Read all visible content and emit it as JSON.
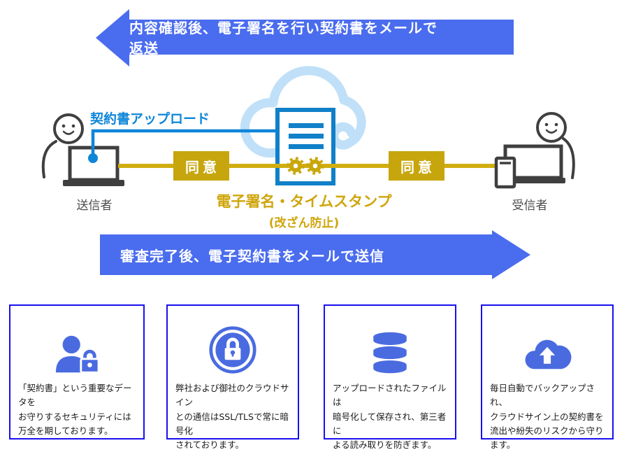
{
  "banners": {
    "top": "内容確認後、電子署名を行い契約書をメールで返送",
    "bottom": "審査完了後、電子契約書をメールで送信"
  },
  "diagram": {
    "upload_label": "契約書アップロード",
    "agree_badge_left": "同意",
    "agree_badge_right": "同意",
    "sender_label": "送信者",
    "receiver_label": "受信者",
    "stamp_title": "電子署名・タイムスタンプ",
    "stamp_note": "(改ざん防止)"
  },
  "cards": [
    {
      "icon": "user-lock-icon",
      "text": "「契約書」という重要なデータを\nお守りするセキュリティには\n万全を期しております。"
    },
    {
      "icon": "ssl-lock-icon",
      "text": "弊社および御社のクラウドサイン\nとの通信はSSL/TLSで常に暗号化\nされております。"
    },
    {
      "icon": "database-icon",
      "text": "アップロードされたファイルは\n暗号化して保存され、第三者に\nよる読み取りを防ぎます。"
    },
    {
      "icon": "cloud-backup-icon",
      "text": "毎日自動でバックアップされ、\nクラウドサイン上の契約書を\n流出や紛失のリスクから守ります。"
    }
  ],
  "colors": {
    "banner_blue": "#4a6cee",
    "link_blue": "#0e86d8",
    "document_blue": "#1080c8",
    "cloud_light_blue": "#bfe0f8",
    "gold": "#c9a70b",
    "card_border_blue": "#1a10f0",
    "icon_blue": "#4a6be0"
  }
}
